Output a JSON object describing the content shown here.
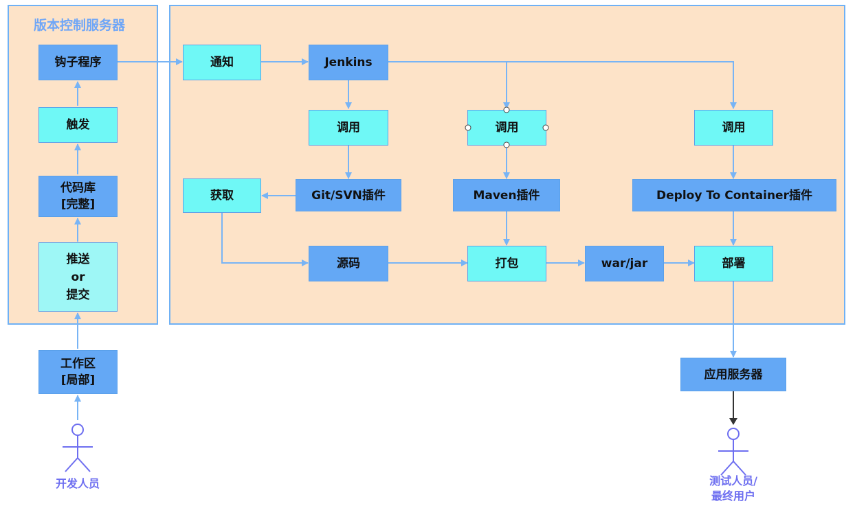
{
  "left_panel": {
    "title": "版本控制服务器",
    "hook": "钩子程序",
    "trigger": "触发",
    "repo": "代码库\n[完整]",
    "push": "推送\nor\n提交"
  },
  "workspace": "工作区\n[局部]",
  "developer": "开发人员",
  "main_panel": {
    "notify": "通知",
    "jenkins": "Jenkins",
    "invoke1": "调用",
    "invoke2": "调用",
    "invoke3": "调用",
    "git_plugin": "Git/SVN插件",
    "maven_plugin": "Maven插件",
    "deploy_plugin": "Deploy To Container插件",
    "fetch": "获取",
    "source": "源码",
    "package": "打包",
    "artifact": "war/jar",
    "deploy": "部署"
  },
  "app_server": "应用服务器",
  "tester": "测试人员/\n最终用户",
  "colors": {
    "panel_fill": "#fde3c8",
    "panel_border": "#6fb1f5",
    "cyan_box": "#6ff8f6",
    "blue_box": "#64a8f5",
    "arrow": "#78b4f5",
    "actor": "#6d6ef0"
  }
}
